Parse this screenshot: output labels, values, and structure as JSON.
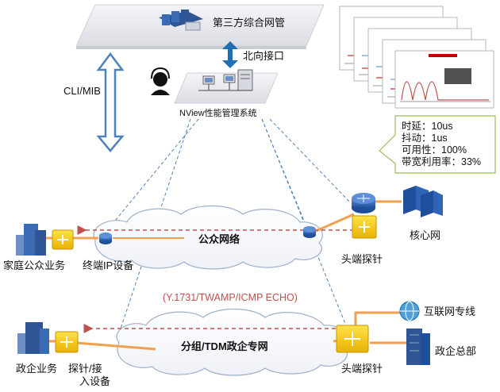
{
  "labels": {
    "nms": "第三方综合网管",
    "northbound": "北向接口",
    "cli_mib": "CLI/MIB",
    "nview": "NView性能管理系统",
    "public_net": "公众网络",
    "core_net": "核心网",
    "head_probe_top": "头端探针",
    "home_service": "家庭公众业务",
    "terminal_ip": "终端IP设备",
    "protocols": "(Y.1731/TWAMP/ICMP ECHO)",
    "internet_line": "互联网专线",
    "packet_tdm": "分组/TDM政企专网",
    "enterprise_hq": "政企总部",
    "enterprise_service": "政企业务",
    "probe_access_1": "探针/接",
    "probe_access_2": "入设备",
    "head_probe_bottom": "头端探针"
  },
  "metrics": [
    {
      "label": "时延：",
      "value": "10us"
    },
    {
      "label": "抖动：",
      "value": "1us"
    },
    {
      "label": "可用性：",
      "value": "100%"
    },
    {
      "label": "带宽利用率：",
      "value": "33%"
    }
  ],
  "colors": {
    "arrow_blue": "#4f81bd",
    "probe_yellow": "#f5c400",
    "red_dash": "#c0504d",
    "orange_link": "#f0a050",
    "platform_gray": "#e8e9ee"
  },
  "icons": {
    "nms": "server-cluster-icon",
    "operator": "operator-headset-icon",
    "nview": "workstation-server-icon",
    "core": "core-server-icon",
    "router": "router-icon",
    "probe": "probe-device-icon",
    "building": "building-icon",
    "globe": "globe-icon"
  }
}
